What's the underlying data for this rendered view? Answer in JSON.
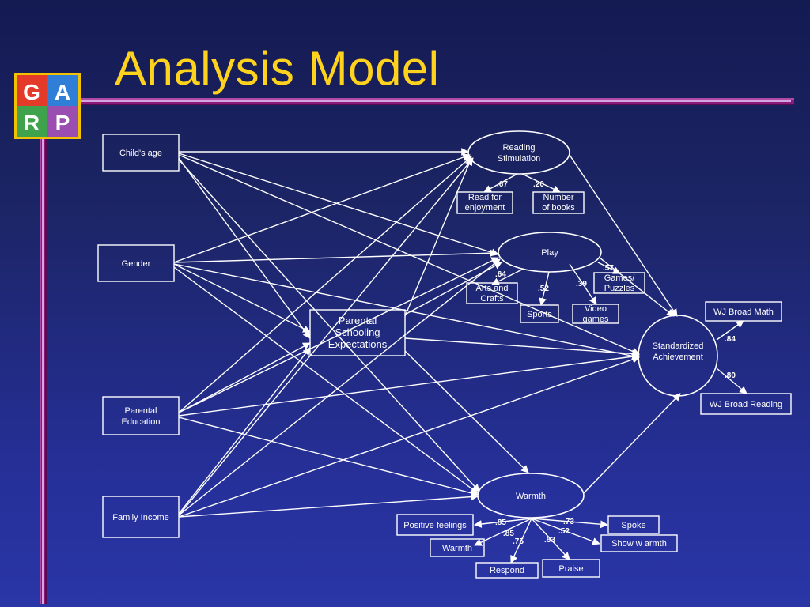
{
  "slide": {
    "title": "Analysis Model",
    "logo_letters": [
      "G",
      "A",
      "R",
      "P"
    ],
    "accent_title": "#ffd21e",
    "accent_bar": "#8a1a7a"
  },
  "diagram": {
    "predictors": {
      "childs_age": "Child's age",
      "gender": "Gender",
      "parental_education": [
        "Parental",
        "Education"
      ],
      "family_income": "Family Income"
    },
    "mediator": [
      "Parental",
      "Schooling",
      "Expectations"
    ],
    "latents": {
      "reading": [
        "Reading",
        "Stimulation"
      ],
      "play": "Play",
      "warmth": "Warmth",
      "achievement": [
        "Standardized",
        "Achievement"
      ]
    },
    "reading_indicators": {
      "read_enjoyment": [
        "Read for",
        "enjoyment"
      ],
      "number_books": [
        "Number",
        "of books"
      ]
    },
    "play_indicators": {
      "arts": [
        "Arts and",
        "Crafts"
      ],
      "sports": "Sports",
      "video": [
        "Video",
        "games"
      ],
      "games": [
        "Games/",
        "Puzzles"
      ]
    },
    "achievement_indicators": {
      "math": "WJ Broad Math",
      "reading": "WJ Broad Reading"
    },
    "warmth_indicators": {
      "positive": "Positive feelings",
      "warmth": "Warmth",
      "respond": "Respond",
      "praise": "Praise",
      "show": "Show w armth",
      "spoke": "Spoke"
    },
    "coefficients": {
      "read_enjoyment": ".67",
      "number_books": ".20",
      "arts": ".64",
      "sports": ".52",
      "video": ".39",
      "games": ".57",
      "math": ".84",
      "reading": ".80",
      "positive": ".85",
      "warmth": ".85",
      "respond": ".75",
      "praise": ".63",
      "show": ".52",
      "spoke": ".73"
    }
  }
}
